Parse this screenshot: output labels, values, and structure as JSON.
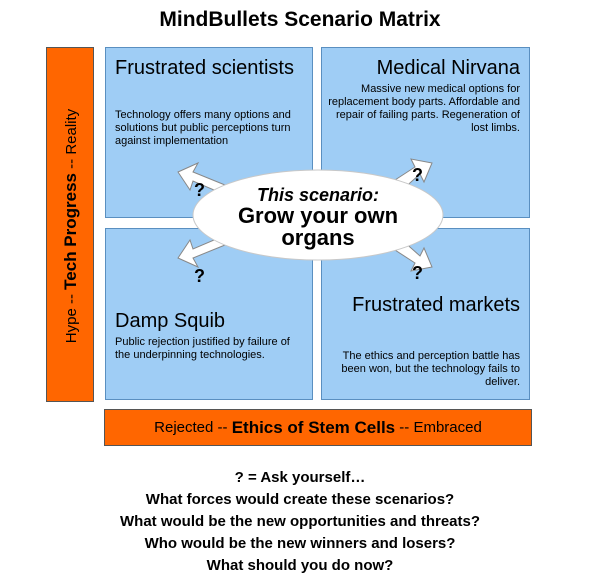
{
  "title": "MindBullets Scenario Matrix",
  "quadrants": {
    "top_left": {
      "heading": "Frustrated scientists",
      "body": "Technology offers many options and solutions but public perceptions turn against implementation"
    },
    "top_right": {
      "heading": "Medical Nirvana",
      "body": "Massive new medical options for replacement body parts. Affordable and repair of failing parts. Regeneration of lost limbs."
    },
    "bottom_left": {
      "heading": "Damp Squib",
      "body": "Public rejection justified by failure of the underpinning technologies."
    },
    "bottom_right": {
      "heading": "Frustrated markets",
      "body": "The ethics and perception battle has been won, but the technology fails to deliver."
    }
  },
  "vertical_axis": {
    "low": "Hype",
    "dash1": " -- ",
    "name": "Tech Progress",
    "dash2": " -- ",
    "high": "Reality"
  },
  "horizontal_axis": {
    "low": "Rejected",
    "dash1": " -- ",
    "name": "Ethics of Stem Cells",
    "dash2": " -- ",
    "high": "Embraced"
  },
  "center": {
    "label": "This scenario:",
    "scenario": "Grow your own organs"
  },
  "question_mark": "?",
  "footer": [
    "? = Ask yourself…",
    "What forces would create these scenarios?",
    "What would be the new opportunities and threats?",
    "Who would be the new winners and losers?",
    "What should you do now?"
  ],
  "colors": {
    "quadrant_fill": "#9fcdf5",
    "axis_bar": "#ff6600",
    "ellipse": "#ffffff",
    "arrow": "#9fcdf5"
  }
}
